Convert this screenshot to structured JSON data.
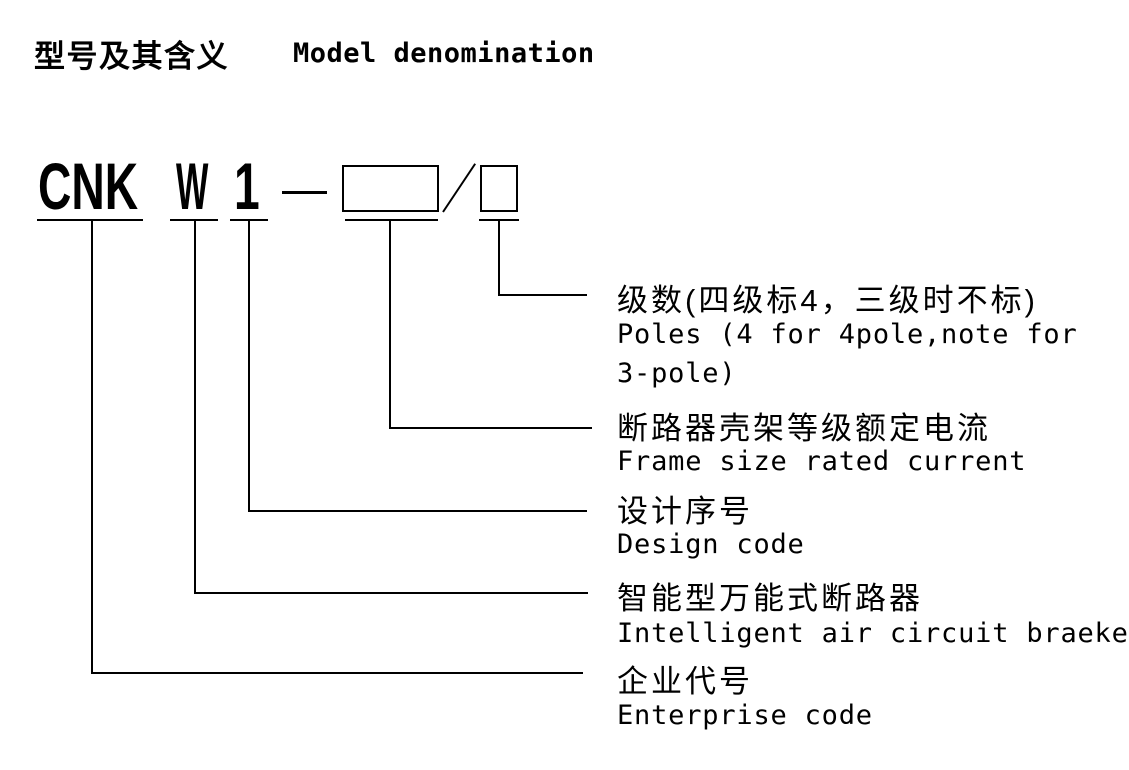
{
  "title": {
    "cn": "型号及其含义",
    "en": "Model denomination"
  },
  "model_code": {
    "enterprise_code": "CNK",
    "breaker_type": "W",
    "design_code": "1",
    "separator": "—",
    "divider": "/"
  },
  "placeholders": {
    "frame_current_box": "frame-size-rated-current-box",
    "poles_box": "poles-box"
  },
  "labels": {
    "poles": {
      "cn": "级数(四级标4，三级时不标)",
      "en1": "Poles (4 for 4pole,note for",
      "en2": "3-pole)"
    },
    "frame": {
      "cn": "断路器壳架等级额定电流",
      "en": "Frame size rated current"
    },
    "design": {
      "cn": "设计序号",
      "en": "Design code"
    },
    "breaker": {
      "cn": "智能型万能式断路器",
      "en": "Intelligent air circuit braeker"
    },
    "enterprise": {
      "cn": "企业代号",
      "en": "Enterprise code"
    }
  },
  "colors": {
    "ink": "#000000",
    "background": "#ffffff"
  }
}
